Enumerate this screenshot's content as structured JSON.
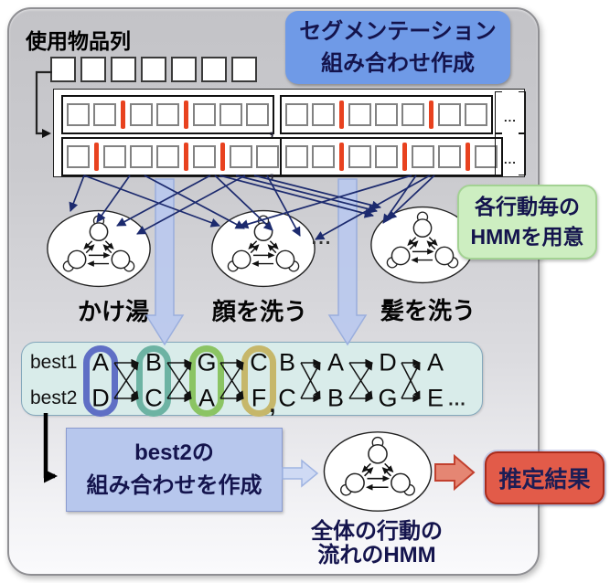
{
  "top": {
    "title": "使用物品列",
    "item_count": 7
  },
  "segmentation_box": {
    "line1": "セグメンテーション",
    "line2": "組み合わせ作成"
  },
  "sequence_rows": {
    "comma": ",",
    "more": "...",
    "rows": [
      {
        "groups": [
          [
            2,
            2,
            3
          ],
          [
            2,
            3,
            2
          ]
        ]
      },
      {
        "groups": [
          [
            1,
            3,
            1,
            2
          ],
          [
            2,
            2,
            2,
            1
          ]
        ]
      }
    ]
  },
  "hmm_note": {
    "line1": "各行動毎の",
    "line2": "HMMを用意"
  },
  "actions": [
    {
      "label": "かけ湯"
    },
    {
      "label": "顔を洗う"
    },
    {
      "label": "髪を洗う"
    }
  ],
  "actions_ellipsis": "...",
  "best": {
    "row1_label": "best1",
    "row2_label": "best2",
    "row1": [
      "A",
      "B",
      "G",
      "C",
      "B",
      "A",
      "D",
      "A"
    ],
    "row2": [
      "D",
      "C",
      "A",
      "F",
      "C",
      "B",
      "G",
      "E"
    ],
    "comma": ",",
    "ellipsis": "...",
    "group_outline_colors": [
      "#5f6fc5",
      "#6db3a3",
      "#8bc463",
      "#c6b76a"
    ]
  },
  "best2_box": {
    "line1": "best2の",
    "line2": "組み合わせを作成"
  },
  "overall_hmm": {
    "line1": "全体の行動の",
    "line2": "流れのHMM"
  },
  "result_box": {
    "label": "推定結果"
  },
  "colors": {
    "panel_gray_top": "#c3c3c7",
    "panel_gray_bottom": "#fafafc",
    "segmentation_box_blue": "#6f9ae7",
    "hmm_note_green": "#cdeec1",
    "best_box_cyan": "#d9ecea",
    "best2_box_blue": "#b7c7ed",
    "result_red": "#e25b49",
    "segment_divider_red": "#e8421f",
    "fan_arrow_navy": "#1c2a6e",
    "big_arrow_blue": "#bac9ef",
    "result_arrow_salmon": "#e58673"
  }
}
